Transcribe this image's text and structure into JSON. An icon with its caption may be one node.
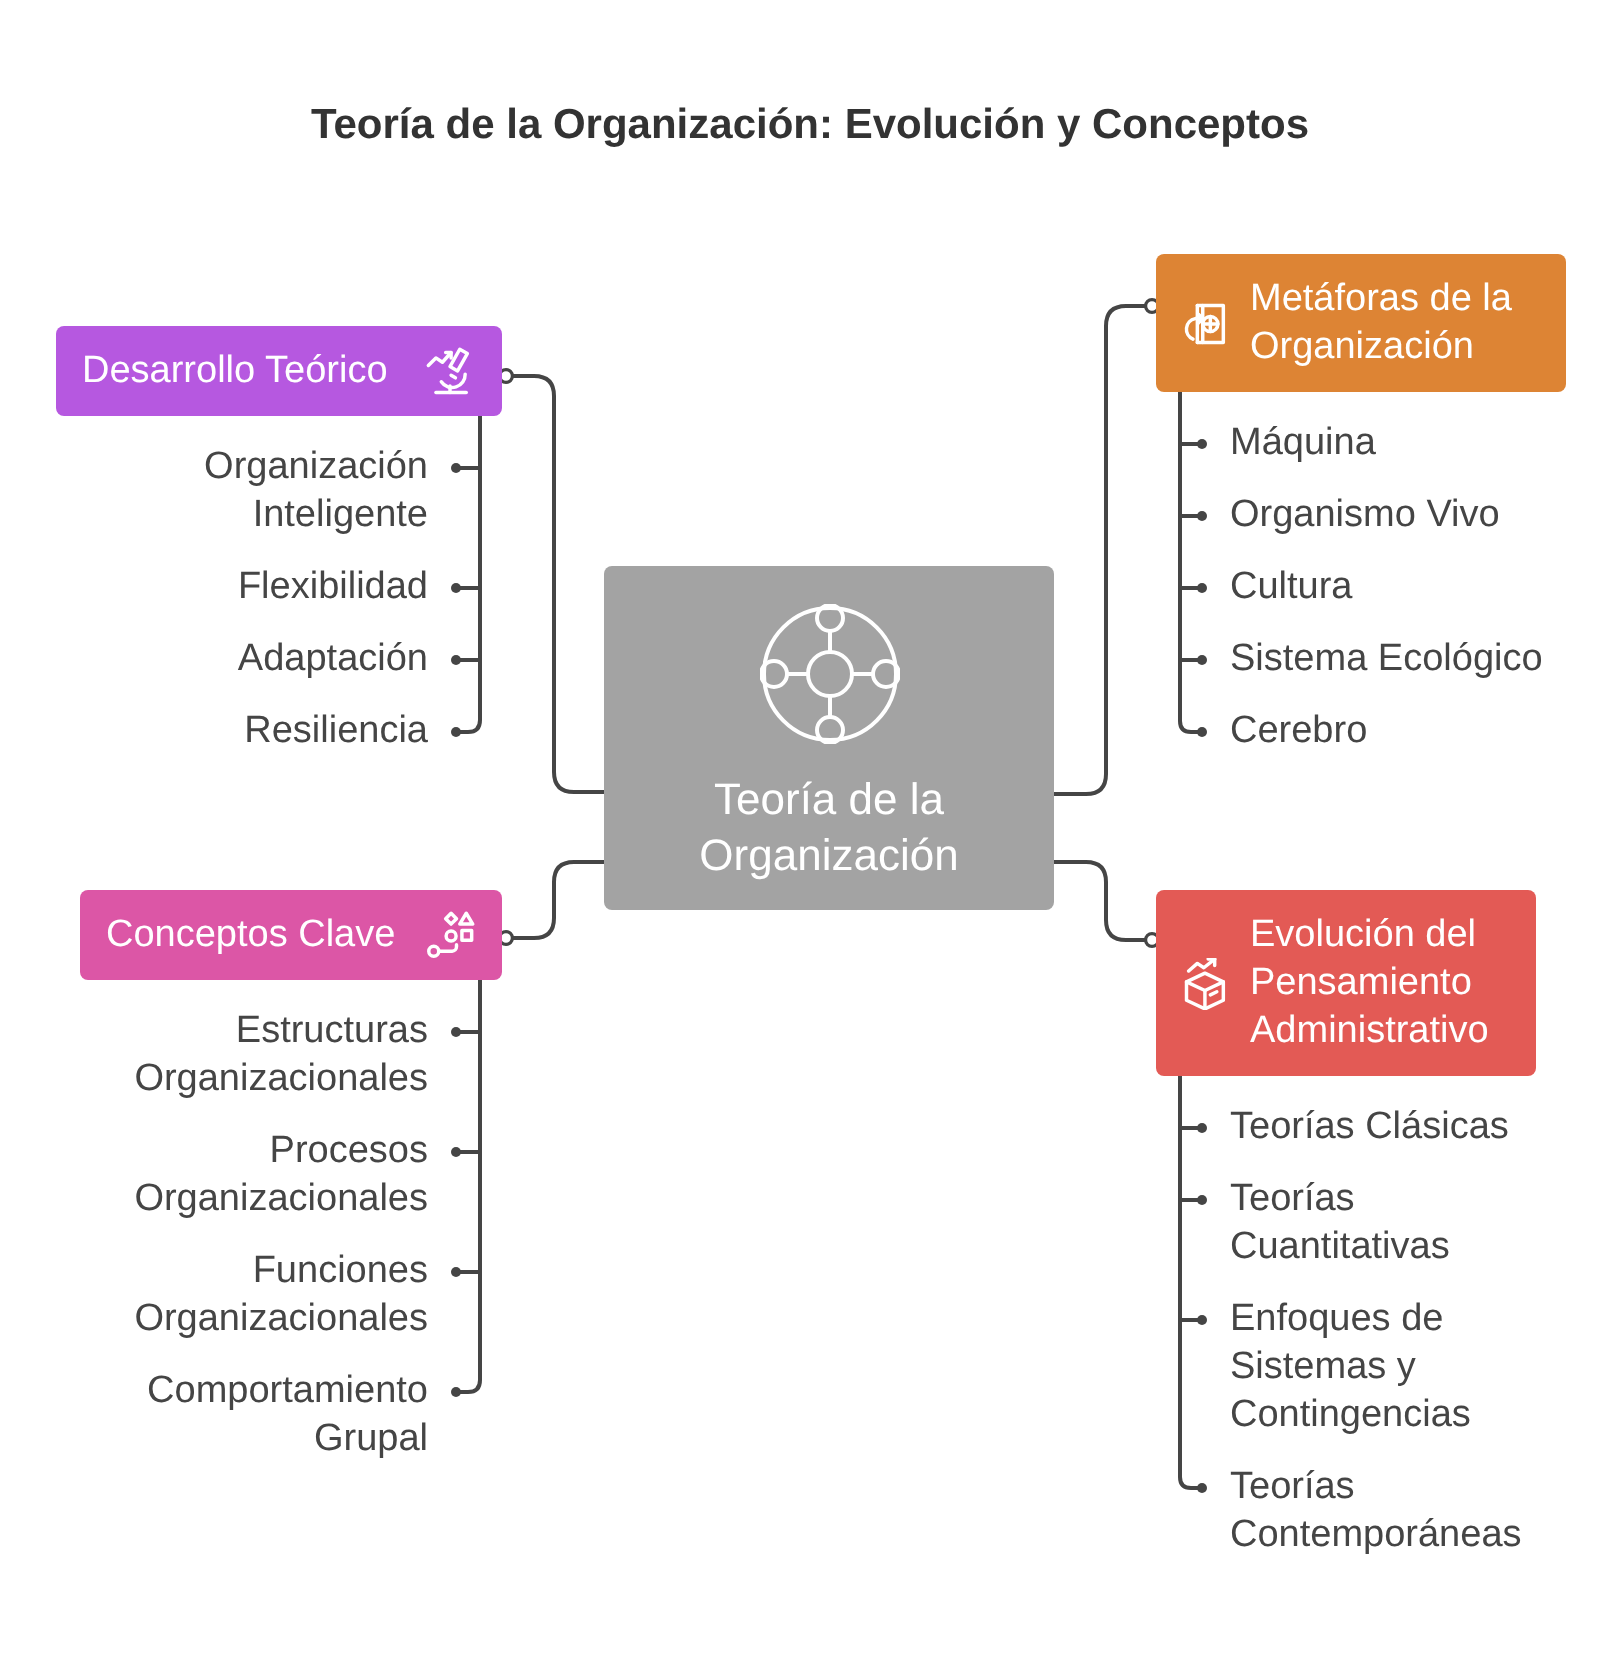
{
  "diagram": {
    "title": "Teoría de la Organización: Evolución y Conceptos",
    "nodes": [
      {
        "text": [
          "Teoría de la Organización"
        ]
      },
      {
        "text": [
          "Desarrollo Teórico"
        ]
      },
      {
        "text": [
          "Organización Inteligente"
        ]
      },
      {
        "text": [
          "Flexibilidad"
        ]
      },
      {
        "text": [
          "Adaptación"
        ]
      },
      {
        "text": [
          "Resiliencia"
        ]
      },
      {
        "text": [
          "Metáforas de la Organización"
        ]
      },
      {
        "text": [
          "Máquina"
        ]
      },
      {
        "text": [
          "Organismo Vivo"
        ]
      },
      {
        "text": [
          "Cultura"
        ]
      },
      {
        "text": [
          "Sistema Ecológico"
        ]
      },
      {
        "text": [
          "Cerebro"
        ]
      },
      {
        "text": [
          "Conceptos Clave"
        ]
      },
      {
        "text": [
          "Estructuras Organizacionales"
        ]
      },
      {
        "text": [
          "Procesos Organizacionales"
        ]
      },
      {
        "text": [
          "Funciones Organizacionales"
        ]
      },
      {
        "text": [
          "Comportamiento Grupal"
        ]
      },
      {
        "text": [
          "Evolución del Pensamiento Administrativo"
        ]
      },
      {
        "text": [
          "Teorías Clásicas"
        ]
      },
      {
        "text": [
          "Teorías Cuantitativas"
        ]
      },
      {
        "text": [
          "Enfoques de Sistemas y Contingencias"
        ]
      },
      {
        "text": [
          "Teorías Contemporáneas"
        ]
      }
    ],
    "edges": [
      {
        "from": 0,
        "to": 1,
        "arrow": "other"
      },
      {
        "from": 0,
        "to": 6,
        "arrow": "other"
      },
      {
        "from": 0,
        "to": 12,
        "arrow": "other"
      },
      {
        "from": 0,
        "to": 17,
        "arrow": "other"
      },
      {
        "from": 1,
        "to": 2,
        "arrow": "other"
      },
      {
        "from": 1,
        "to": 3,
        "arrow": "other"
      },
      {
        "from": 1,
        "to": 4,
        "arrow": "other"
      },
      {
        "from": 1,
        "to": 5,
        "arrow": "other"
      },
      {
        "from": 6,
        "to": 7,
        "arrow": "other"
      },
      {
        "from": 6,
        "to": 8,
        "arrow": "other"
      },
      {
        "from": 6,
        "to": 9,
        "arrow": "other"
      },
      {
        "from": 6,
        "to": 10,
        "arrow": "other"
      },
      {
        "from": 6,
        "to": 11,
        "arrow": "other"
      },
      {
        "from": 12,
        "to": 13,
        "arrow": "other"
      },
      {
        "from": 12,
        "to": 14,
        "arrow": "other"
      },
      {
        "from": 12,
        "to": 15,
        "arrow": "other"
      },
      {
        "from": 12,
        "to": 16,
        "arrow": "other"
      },
      {
        "from": 17,
        "to": 18,
        "arrow": "other"
      },
      {
        "from": 17,
        "to": 19,
        "arrow": "other"
      },
      {
        "from": 17,
        "to": 20,
        "arrow": "other"
      },
      {
        "from": 17,
        "to": 21,
        "arrow": "other"
      }
    ]
  }
}
